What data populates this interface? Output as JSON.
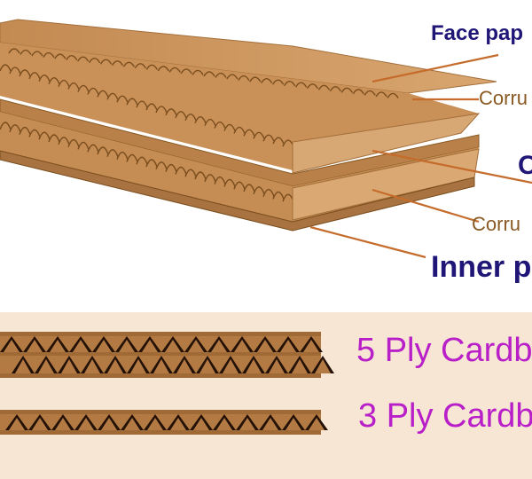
{
  "labels": {
    "face_paper": "Face pap",
    "corrugated_top": "Corru",
    "center": "C",
    "corrugated_bottom": "Corru",
    "inner_paper": "Inner p"
  },
  "bottom": {
    "five_ply": "5 Ply Cardb",
    "three_ply": "3 Ply Cardb"
  },
  "colors": {
    "kraft": "#c8915a",
    "kraft_dark": "#8a5a24",
    "kraft_light": "#deb07c",
    "label_blue": "#1f1677",
    "label_magenta": "#b81fc8",
    "panel_bg": "#f7e6d3"
  }
}
